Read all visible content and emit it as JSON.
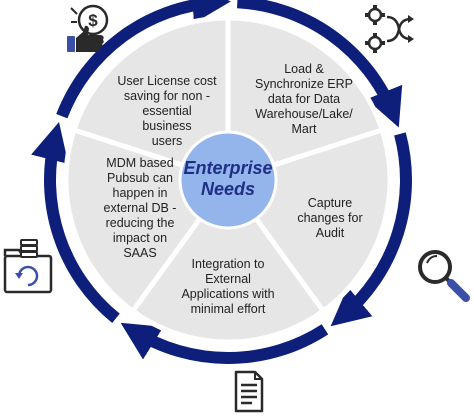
{
  "center": {
    "title": "Enterprise Needs"
  },
  "segments": [
    {
      "lines": [
        "User License cost",
        "saving for non -",
        "essential business",
        "users"
      ]
    },
    {
      "lines": [
        "Load &",
        "Synchronize ERP",
        "data for Data",
        "Warehouse/Lake/",
        "Mart"
      ]
    },
    {
      "lines": [
        "Capture",
        "changes for",
        "Audit"
      ]
    },
    {
      "lines": [
        "Integration to",
        "External",
        "Applications with",
        "minimal effort"
      ]
    },
    {
      "lines": [
        "MDM based",
        "Pubsub can",
        "happen in",
        "external DB -",
        "reducing the",
        "impact on",
        "SAAS"
      ]
    }
  ],
  "colors": {
    "ring": "#0d1f7a",
    "segment_fill": "#e6e6e6",
    "center_fill": "#94b4ec",
    "center_text": "#1f2f86",
    "icon": "#2a2a2a",
    "icon_accent": "#3c4fa8"
  },
  "icons": [
    "thumbs-up-dollar-icon",
    "data-sync-gears-icon",
    "magnifying-glass-icon",
    "document-icon",
    "database-folder-icon"
  ]
}
